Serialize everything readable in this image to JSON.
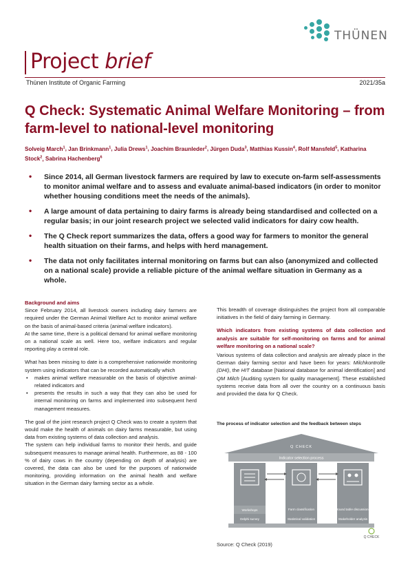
{
  "header": {
    "logo_text": "THÜNEN",
    "brief_title_a": "Project ",
    "brief_title_b": "brief",
    "institute": "Thünen Institute of Organic Farming",
    "issue": "2021/35a"
  },
  "colors": {
    "accent": "#8a0f24",
    "logo_teal": "#35a6a3",
    "figure_gray": "#8f9498"
  },
  "title": "Q Check: Systematic Animal Welfare Monitoring – from farm-level to national-level monitoring",
  "authors": [
    {
      "name": "Solveig March",
      "sup": "1"
    },
    {
      "name": "Jan Brinkmann",
      "sup": "1"
    },
    {
      "name": "Julia Drews",
      "sup": "1"
    },
    {
      "name": "Joachim Braunleder",
      "sup": "2"
    },
    {
      "name": "Jürgen Duda",
      "sup": "3"
    },
    {
      "name": "Matthias Kussin",
      "sup": "4"
    },
    {
      "name": "Rolf Mansfeld",
      "sup": "5"
    },
    {
      "name": "Katharina Stock",
      "sup": "2"
    },
    {
      "name": "Sabrina Hachenberg",
      "sup": "6"
    }
  ],
  "highlights": [
    "Since 2014, all German livestock farmers are required by law to execute on-farm self-assessments to monitor animal welfare and to assess and evaluate animal-based indicators (in order to monitor whether housing conditions meet the needs of the animals).",
    "A large amount of data pertaining to dairy farms is already being standardised and collected on a regular basis; in our joint research project we selected valid indicators for dairy cow health.",
    "The Q Check report summarizes the data, offers a good way for farmers to monitor the general health situation on their farms, and helps with herd management.",
    "The data not only facilitates internal monitoring on farms but can also (anonymized and collected on a national scale) provide a reliable picture of the animal welfare situation in Germany as a whole."
  ],
  "left": {
    "heading": "Background and aims",
    "p1": "Since February 2014, all livestock owners including dairy farmers are required under the German Animal Welfare Act to monitor animal welfare on the basis of animal-based criteria (animal welfare indicators).",
    "p2": "At the same time, there is a political demand for animal welfare monitoring on a national scale as well. Here too, welfare indicators and regular reporting play a central role.",
    "p3": "What has been missing to date is a comprehensive nationwide monitoring system using indicators that can be recorded automatically which",
    "bullets": [
      "makes animal welfare measurable on the basis of objective animal-related indicators and",
      "presents the results in such a way that they can also be used for internal monitoring on farms and implemented into subsequent herd management measures."
    ],
    "p4": "The goal of the joint research project Q Check was to create a system that would make the health of animals on dairy farms measurable, but using data from existing systems of data collection and analysis.",
    "p5": "The system can help individual farms to monitor their herds, and guide subsequent measures to manage animal health. Furthermore, as 88 - 100 % of dairy cows in the country (depending on depth of analysis) are covered, the data can also be used for the purposes of nationwide monitoring, providing information on the animal health and welfare situation in the German dairy farming sector as a whole."
  },
  "right": {
    "p1": "This breadth of coverage distinguishes the project from all comparable initiatives in the field of dairy farming in Germany.",
    "heading": "Which indicators from existing systems of data collection and analysis are suitable for self-monitoring on farms and for animal welfare monitoring on a national scale?",
    "p2_a": "Various systems of data collection and analysis are already place in the German dairy farming sector and have been for years: ",
    "p2_mk": "Milchkontrolle (DHI)",
    "p2_b": ", the ",
    "p2_hit": "HIT",
    "p2_c": " database [National database for animal identification] and ",
    "p2_qm": "QM Milch",
    "p2_d": " [Auditing system for quality management]. These established systems receive data from all over the country on a continuous basis and provided the data for Q Check."
  },
  "figure": {
    "title": "The process of indicator selection and the feedback between steps",
    "roof_label": "Q CHECK",
    "band_label": "Indicator selection process",
    "pillars": [
      {
        "top": "Workshops",
        "bottom": "Delphi survey"
      },
      {
        "top": "Farm classification",
        "bottom": "Statistical validation"
      },
      {
        "top": "Round table discussions",
        "bottom": "Stakeholder analysis"
      }
    ],
    "logo_text": "Q CHECK",
    "source": "Source: Q Check (2019)"
  }
}
